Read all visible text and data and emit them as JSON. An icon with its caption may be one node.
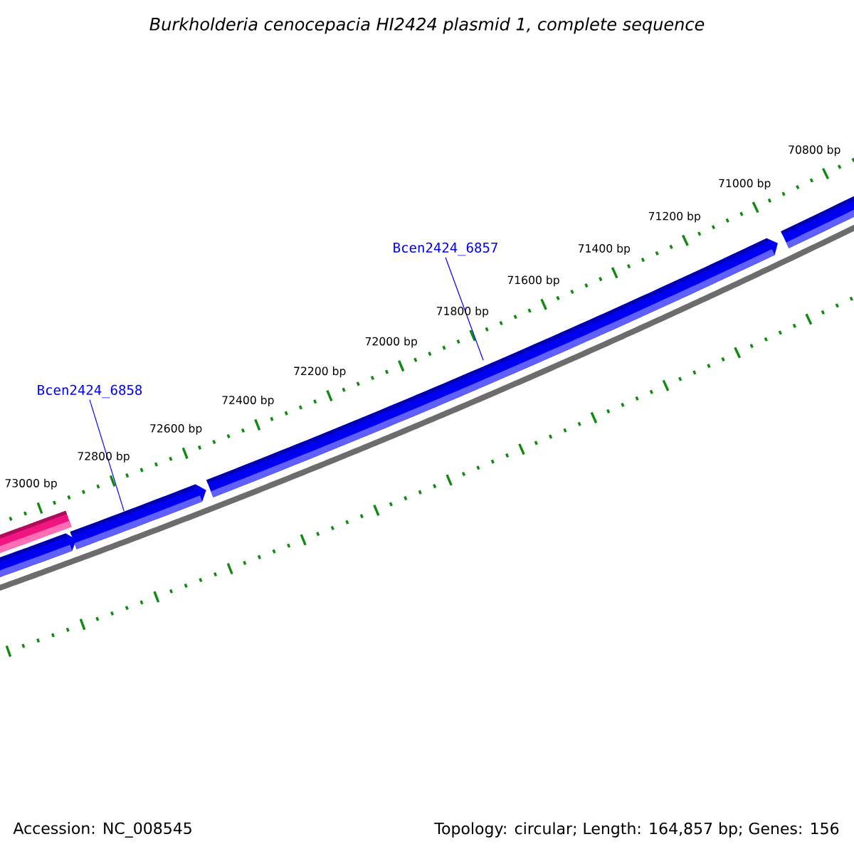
{
  "diagram": {
    "title": "Burkholderia cenocepacia HI2424 plasmid 1, complete sequence",
    "nodes": [
      {
        "text": [
          "Bcen2424_6857"
        ]
      },
      {
        "text": [
          "Bcen2424_6858"
        ]
      },
      {
        "text": [],
        "shape": "bar"
      },
      {
        "text": [],
        "shape": "bar"
      },
      {
        "text": [],
        "shape": "bar"
      },
      {
        "text": [],
        "shape": "bar"
      },
      {
        "text": [],
        "shape": "bar"
      }
    ],
    "edges": [
      {
        "from": 0,
        "to": 5,
        "arrow": "none"
      },
      {
        "from": 1,
        "to": 4,
        "arrow": "none"
      }
    ],
    "labels": [
      "70800 bp",
      "71000 bp",
      "71200 bp",
      "71400 bp",
      "71600 bp",
      "71800 bp",
      "72000 bp",
      "72200 bp",
      "72400 bp",
      "72600 bp",
      "72800 bp",
      "73000 bp",
      "Accession: NC_008545",
      "Topology: circular; Length: 164,857 bp; Genes: 156"
    ]
  }
}
